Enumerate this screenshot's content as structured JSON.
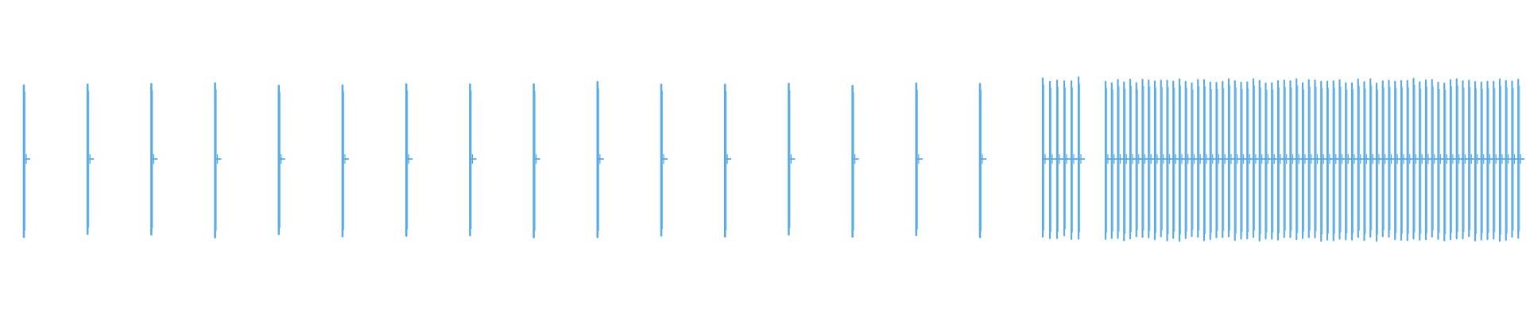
{
  "waveform": {
    "color": "#5aabe3",
    "background": "#ffffff",
    "sections": [
      {
        "name": "isolated-clicks",
        "pulse_count": 16
      },
      {
        "name": "short-burst",
        "pulse_count": 6
      },
      {
        "name": "dense-pulse-train",
        "pulse_count": 68
      }
    ]
  }
}
